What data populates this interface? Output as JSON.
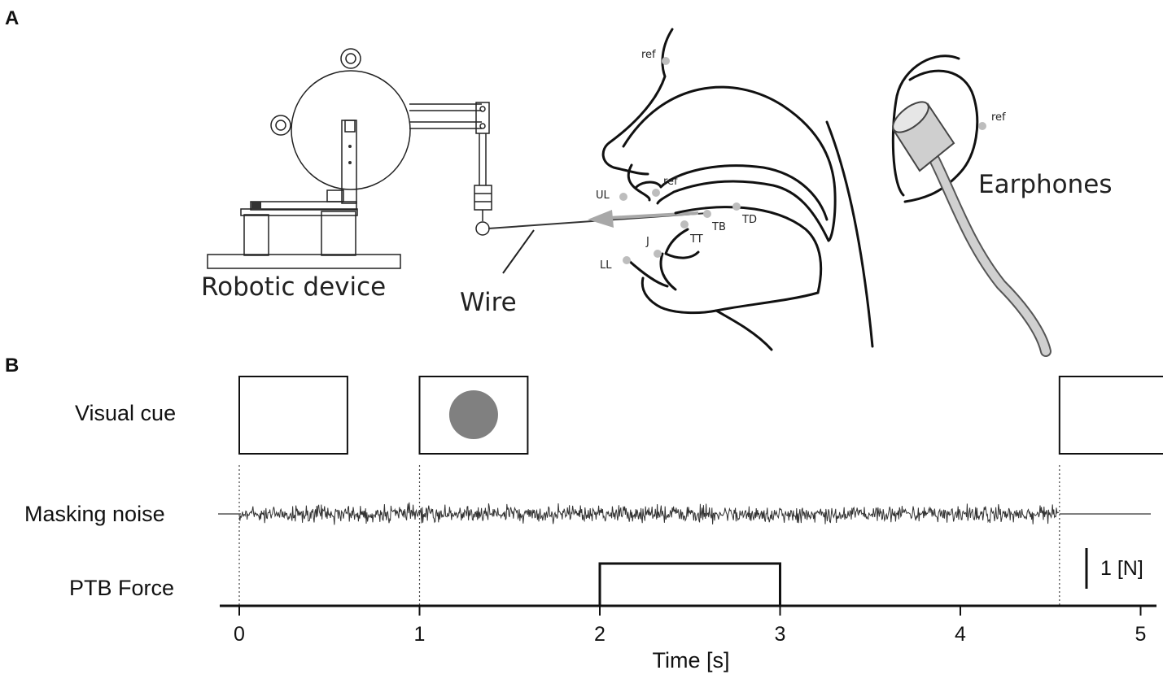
{
  "panel_a": {
    "letter": "A",
    "robot_label": "Robotic device",
    "wire_label": "Wire",
    "earphones_label": "Earphones",
    "markers": [
      {
        "label": "ref"
      },
      {
        "label": "ref"
      },
      {
        "label": "ref"
      },
      {
        "label": "UL"
      },
      {
        "label": "LL"
      },
      {
        "label": "J"
      },
      {
        "label": "TT"
      },
      {
        "label": "TB"
      },
      {
        "label": "TD"
      }
    ]
  },
  "panel_b": {
    "letter": "B",
    "rows": {
      "visual_cue": "Visual cue",
      "masking_noise": "Masking noise",
      "ptb_force": "PTB Force"
    },
    "visual_cue_events": [
      {
        "start": 0,
        "end": 0.6,
        "content": "blank"
      },
      {
        "start": 1,
        "end": 1.6,
        "content": "dot"
      },
      {
        "start": 4.55,
        "end": 5.15,
        "content": "blank"
      }
    ],
    "masking_noise": {
      "start": 0,
      "end": 4.55
    },
    "ptb_force": {
      "onset": 2,
      "offset": 3
    },
    "event_markers": [
      0,
      1,
      4.55
    ],
    "x_ticks": [
      "0",
      "1",
      "2",
      "3",
      "4",
      "5"
    ],
    "xlabel": "Time [s]",
    "scale_bar_label": "1 [N]",
    "colors": {
      "dot": "#808080",
      "marker": "#bdbdbd",
      "arrow": "#a8a8a8"
    }
  }
}
